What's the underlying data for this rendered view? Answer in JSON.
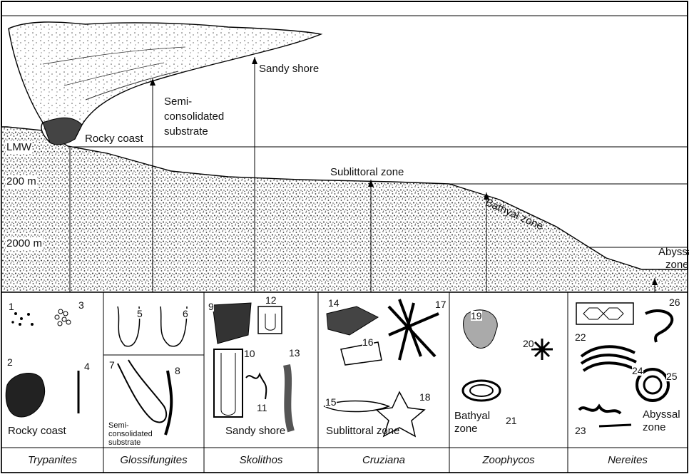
{
  "depth_labels": {
    "lmw": "LMW",
    "d200": "200 m",
    "d2000": "2000 m"
  },
  "profile_labels": {
    "sandy_shore": "Sandy shore",
    "semi": "Semi-\nconsolidated\nsubstrate",
    "rocky_coast": "Rocky coast",
    "sublittoral": "Sublittoral zone",
    "bathyal": "Bathyal zone",
    "abyssal": "Abyssal\nzone"
  },
  "panel_labels": {
    "rocky": "Rocky coast",
    "semi": "Semi-\nconsolidated\nsubstrate",
    "sandy": "Sandy shore",
    "sublittoral": "Sublittoral zone",
    "bathyal": "Bathyal\nzone",
    "abyssal": "Abyssal\nzone"
  },
  "numbers": [
    "1",
    "2",
    "3",
    "4",
    "5",
    "6",
    "7",
    "8",
    "9",
    "10",
    "11",
    "12",
    "13",
    "14",
    "15",
    "16",
    "17",
    "18",
    "19",
    "20",
    "21",
    "22",
    "23",
    "24",
    "25",
    "26"
  ],
  "ichnofacies": [
    "Trypanites",
    "Glossifungites",
    "Skolithos",
    "Cruziana",
    "Zoophycos",
    "Nereites"
  ]
}
